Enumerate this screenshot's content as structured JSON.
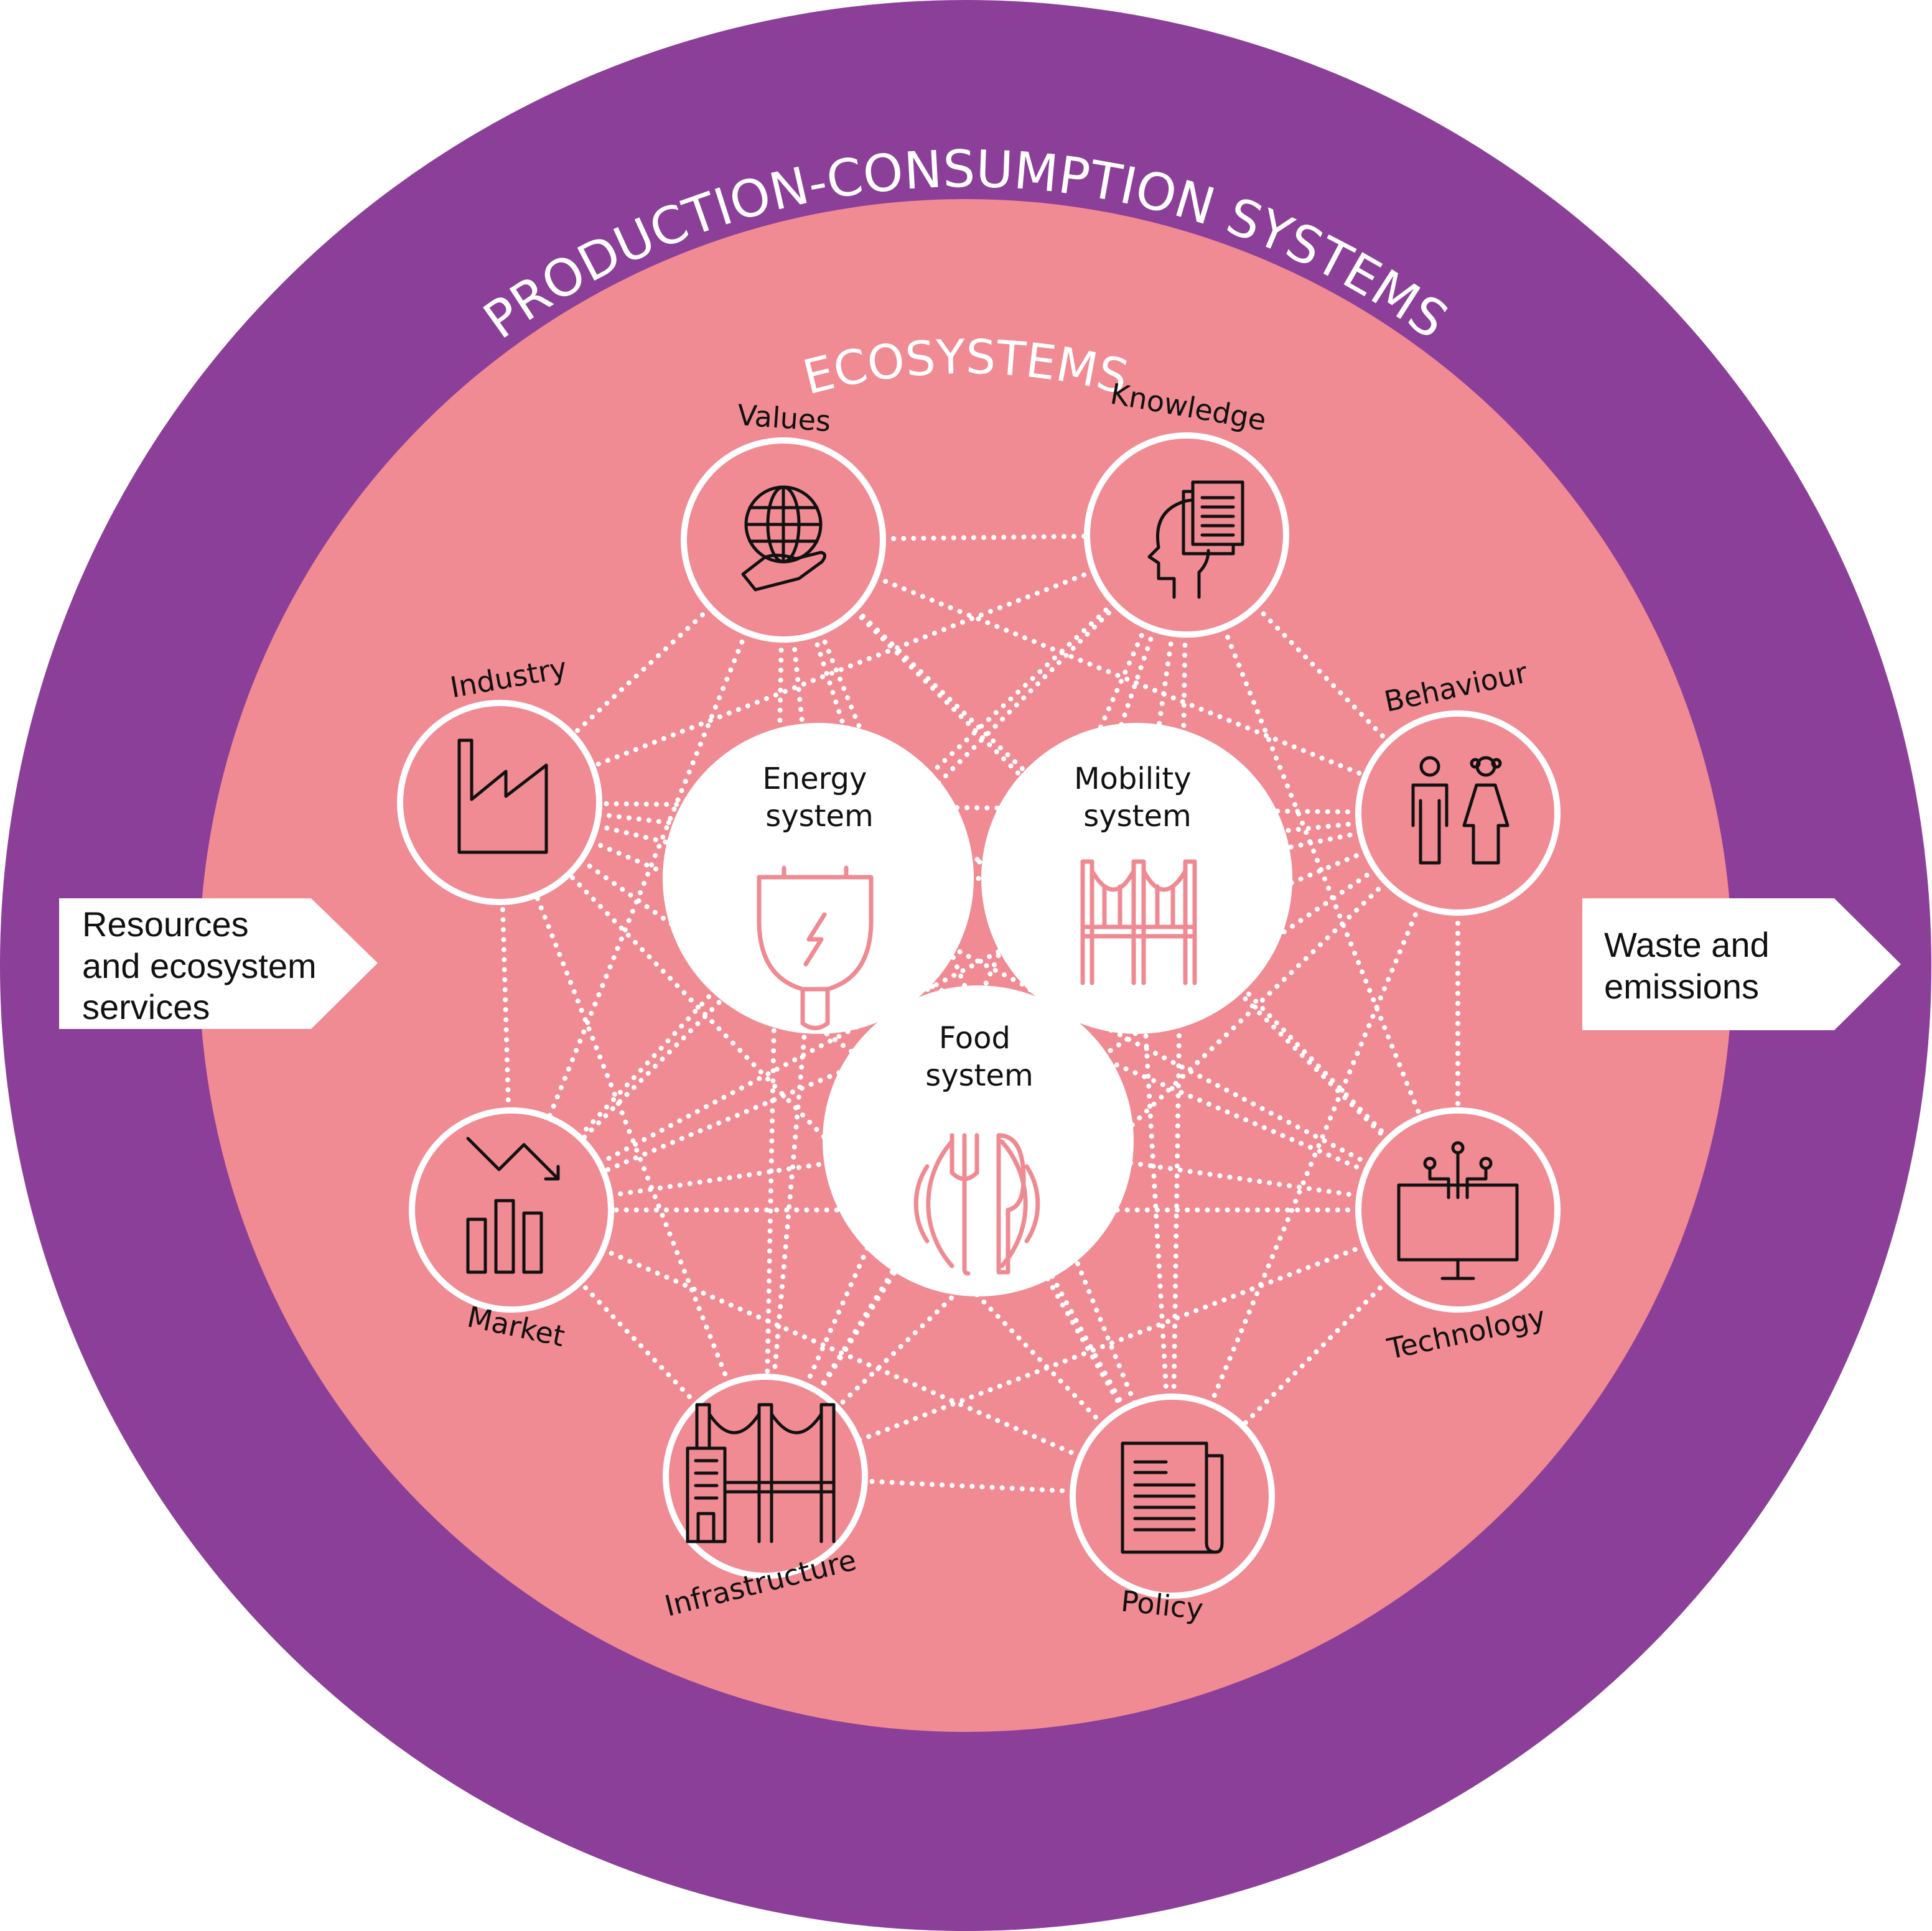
{
  "colors": {
    "ecosystems_ring": "#8c3f98",
    "production_disc": "#f08a93",
    "node_stroke": "#ffffff",
    "node_icon": "#111111",
    "system_icon": "#ef8a92"
  },
  "rings": {
    "outer_label": "ECOSYSTEMS",
    "inner_label": "PRODUCTION-CONSUMPTION SYSTEMS"
  },
  "nodes": [
    {
      "id": "values",
      "label": "Values",
      "icon": "globe-in-hand-icon"
    },
    {
      "id": "knowledge",
      "label": "Knowledge",
      "icon": "head-with-documents-icon"
    },
    {
      "id": "behaviour",
      "label": "Behaviour",
      "icon": "people-icon"
    },
    {
      "id": "technology",
      "label": "Technology",
      "icon": "computer-monitor-icon"
    },
    {
      "id": "policy",
      "label": "Policy",
      "icon": "newspaper-icon"
    },
    {
      "id": "infrastructure",
      "label": "Infrastructure",
      "icon": "bridge-and-building-icon"
    },
    {
      "id": "market",
      "label": "Market",
      "icon": "bar-chart-trend-icon"
    },
    {
      "id": "industry",
      "label": "Industry",
      "icon": "factory-icon"
    }
  ],
  "systems": [
    {
      "id": "energy",
      "line1": "Energy",
      "line2": "system",
      "icon": "electric-plug-icon"
    },
    {
      "id": "mobility",
      "line1": "Mobility",
      "line2": "system",
      "icon": "bridge-icon"
    },
    {
      "id": "food",
      "line1": "Food",
      "line2": "system",
      "icon": "plate-with-fork-and-knife-icon"
    }
  ],
  "flows": {
    "input": {
      "line1": "Resources",
      "line2": "and ecosystem",
      "line3": "services"
    },
    "output": {
      "line1": "Waste and",
      "line2": "emissions"
    }
  }
}
